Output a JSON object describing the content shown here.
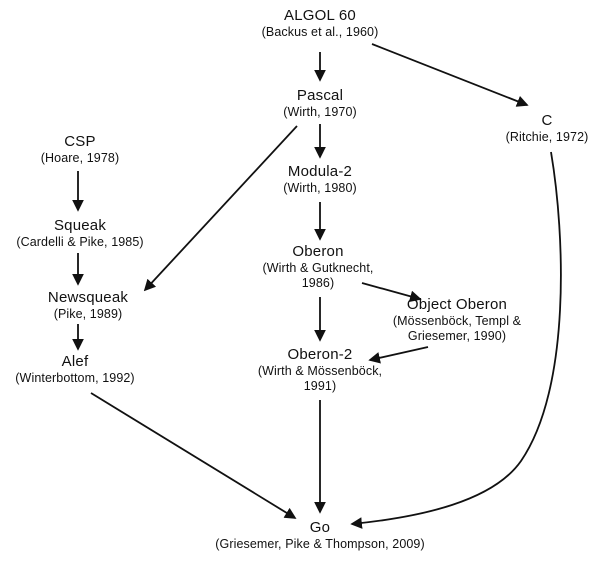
{
  "diagram": {
    "description": "Genealogy of the Go programming language",
    "nodes": {
      "algol60": {
        "label": "ALGOL 60",
        "citation": "(Backus et al., 1960)"
      },
      "pascal": {
        "label": "Pascal",
        "citation": "(Wirth, 1970)"
      },
      "c": {
        "label": "C",
        "citation": "(Ritchie, 1972)"
      },
      "csp": {
        "label": "CSP",
        "citation": "(Hoare, 1978)"
      },
      "modula2": {
        "label": "Modula-2",
        "citation": "(Wirth, 1980)"
      },
      "squeak": {
        "label": "Squeak",
        "citation": "(Cardelli & Pike, 1985)"
      },
      "oberon": {
        "label": "Oberon",
        "citation": "(Wirth & Gutknecht, 1986)"
      },
      "newsqueak": {
        "label": "Newsqueak",
        "citation": "(Pike, 1989)"
      },
      "objectOberon": {
        "label": "Object Oberon",
        "citation": "(Mössenböck, Templ & Griesemer, 1990)"
      },
      "oberon2": {
        "label": "Oberon-2",
        "citation": "(Wirth & Mössenböck, 1991)"
      },
      "alef": {
        "label": "Alef",
        "citation": "(Winterbottom, 1992)"
      },
      "go": {
        "label": "Go",
        "citation": "(Griesemer, Pike & Thompson, 2009)"
      }
    },
    "edges": [
      {
        "from": "ALGOL 60",
        "to": "Pascal"
      },
      {
        "from": "ALGOL 60",
        "to": "C"
      },
      {
        "from": "Pascal",
        "to": "Modula-2"
      },
      {
        "from": "Pascal",
        "to": "Newsqueak"
      },
      {
        "from": "Modula-2",
        "to": "Oberon"
      },
      {
        "from": "Oberon",
        "to": "Object Oberon"
      },
      {
        "from": "Oberon",
        "to": "Oberon-2"
      },
      {
        "from": "Object Oberon",
        "to": "Oberon-2"
      },
      {
        "from": "Oberon-2",
        "to": "Go"
      },
      {
        "from": "CSP",
        "to": "Squeak"
      },
      {
        "from": "Squeak",
        "to": "Newsqueak"
      },
      {
        "from": "Newsqueak",
        "to": "Alef"
      },
      {
        "from": "Alef",
        "to": "Go"
      },
      {
        "from": "C",
        "to": "Go"
      }
    ],
    "colors": {
      "background": "#ffffff",
      "ink": "#111111"
    }
  }
}
